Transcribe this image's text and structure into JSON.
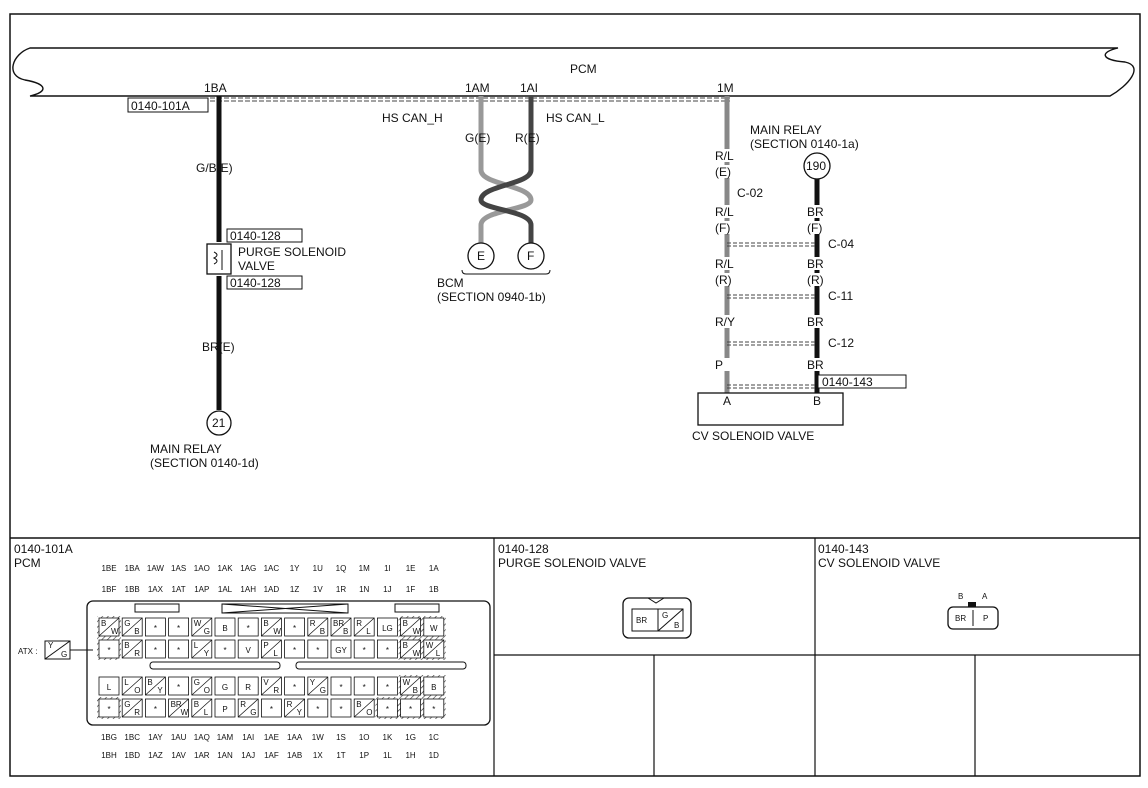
{
  "pcm": {
    "label": "PCM",
    "pin_1ba": "1BA",
    "pin_1am": "1AM",
    "pin_1ai": "1AI",
    "pin_1m": "1M",
    "connector_ref": "0140-101A"
  },
  "purge_branch": {
    "wire_top": "G/B(E)",
    "connector_top": "0140-128",
    "component_line1": "PURGE SOLENOID",
    "component_line2": "VALVE",
    "connector_bottom": "0140-128",
    "wire_bottom": "BR(E)",
    "terminal": "21",
    "dest_line1": "MAIN RELAY",
    "dest_line2": "(SECTION 0140-1d)"
  },
  "can_branch": {
    "can_h": "HS CAN_H",
    "can_l": "HS CAN_L",
    "wire_h": "G(E)",
    "wire_l": "R(E)",
    "term_e": "E",
    "term_f": "F",
    "dest_line1": "BCM",
    "dest_line2": "(SECTION 0940-1b)"
  },
  "cv_branch": {
    "relay_line1": "MAIN RELAY",
    "relay_line2": "(SECTION 0140-1a)",
    "relay_terminal": "190",
    "left_wires": [
      "R/L",
      "(E)",
      "R/L",
      "(F)",
      "R/L",
      "(R)",
      "R/Y",
      "P"
    ],
    "right_wires": [
      "BR",
      "(F)",
      "BR",
      "(R)",
      "BR",
      "BR"
    ],
    "connectors": [
      "C-02",
      "C-04",
      "C-11",
      "C-12"
    ],
    "connector_ref": "0140-143",
    "pin_a": "A",
    "pin_b": "B",
    "component": "CV SOLENOID VALVE"
  },
  "panels": {
    "pcm_code": "0140-101A",
    "pcm_name": "PCM",
    "atx": "ATX :",
    "purge_code": "0140-128",
    "purge_name": "PURGE SOLENOID VALVE",
    "cv_code": "0140-143",
    "cv_name": "CV SOLENOID VALVE",
    "purge_pins": [
      "BR",
      "G",
      "B"
    ],
    "cv_pins_top": [
      "B",
      "A"
    ],
    "cv_pins": [
      "BR",
      "P"
    ],
    "atx_pins": [
      "Y",
      "G"
    ]
  },
  "pin_rows": {
    "r1": [
      "1BE",
      "1BA",
      "1AW",
      "1AS",
      "1AO",
      "1AK",
      "1AG",
      "1AC",
      "1Y",
      "1U",
      "1Q",
      "1M",
      "1I",
      "1E",
      "1A"
    ],
    "r2": [
      "1BF",
      "1BB",
      "1AX",
      "1AT",
      "1AP",
      "1AL",
      "1AH",
      "1AD",
      "1Z",
      "1V",
      "1R",
      "1N",
      "1J",
      "1F",
      "1B"
    ],
    "r3": [
      "1BG",
      "1BC",
      "1AY",
      "1AU",
      "1AQ",
      "1AM",
      "1AI",
      "1AE",
      "1AA",
      "1W",
      "1S",
      "1O",
      "1K",
      "1G",
      "1C"
    ],
    "r4": [
      "1BH",
      "1BD",
      "1AZ",
      "1AV",
      "1AR",
      "1AN",
      "1AJ",
      "1AF",
      "1AB",
      "1X",
      "1T",
      "1P",
      "1L",
      "1H",
      "1D"
    ]
  },
  "cavities": {
    "row1": [
      "B/W",
      "G/B",
      "*",
      "*",
      "W/G",
      "B",
      "*",
      "B/W",
      "*",
      "R/B",
      "BR/B",
      "R/L",
      "LG",
      "B/W",
      "W"
    ],
    "row2": [
      "*",
      "B/R",
      "*",
      "*",
      "L/Y",
      "*",
      "V",
      "P/L",
      "*",
      "*",
      "GY",
      "*",
      "*",
      "B/W",
      "W/L"
    ],
    "row3": [
      "L",
      "L/O",
      "B/Y",
      "*",
      "G/O",
      "G",
      "R",
      "V/R",
      "*",
      "Y/G",
      "*",
      "*",
      "*",
      "W/B",
      "B"
    ],
    "row4": [
      "*",
      "G/R",
      "*",
      "BR/W",
      "B/L",
      "P",
      "R/G",
      "*",
      "R/Y",
      "*",
      "*",
      "B/O",
      "*",
      "*",
      "*"
    ]
  }
}
